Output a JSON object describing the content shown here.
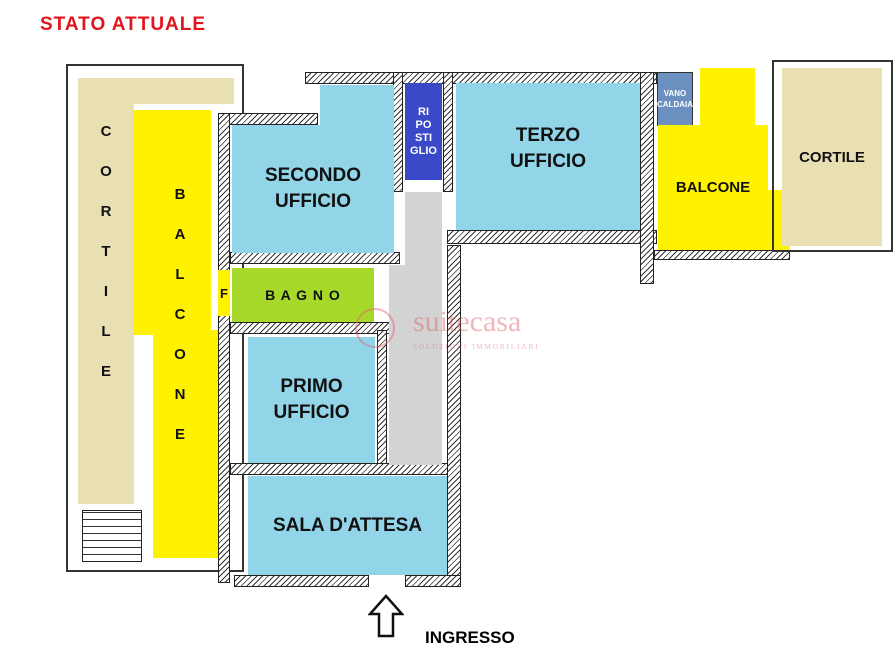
{
  "title": "STATO ATTUALE",
  "colors": {
    "title": "#e0161c",
    "office": "#93d5e8",
    "balcony": "#fff200",
    "courtyard": "#e8dfb2",
    "bathroom": "#a6d92a",
    "corridor": "#d3d3d3",
    "storage": "#3a49c8",
    "boiler": "#6b90bf"
  },
  "rooms": {
    "cortile_left": [
      "C",
      "O",
      "R",
      "T",
      "I",
      "L",
      "E"
    ],
    "balcone_left": [
      "B",
      "A",
      "L",
      "C",
      "O",
      "N",
      "E"
    ],
    "secondo": [
      "SECONDO",
      "UFFICIO"
    ],
    "ripostiglio": [
      "RI",
      "PO",
      "STI",
      "GLIO"
    ],
    "terzo": [
      "TERZO",
      "UFFICIO"
    ],
    "vano": [
      "VANO",
      "CALDAIA"
    ],
    "balcone_right": "BALCONE",
    "cortile_right": "CORTILE",
    "bagno": "B A G N O",
    "f": "F",
    "primo": [
      "PRIMO",
      "UFFICIO"
    ],
    "sala": "SALA D'ATTESA"
  },
  "entrance": "INGRESSO",
  "watermark": {
    "brand": "suitecasa",
    "tagline": "SOLUZIONI IMMOBILIARI"
  }
}
